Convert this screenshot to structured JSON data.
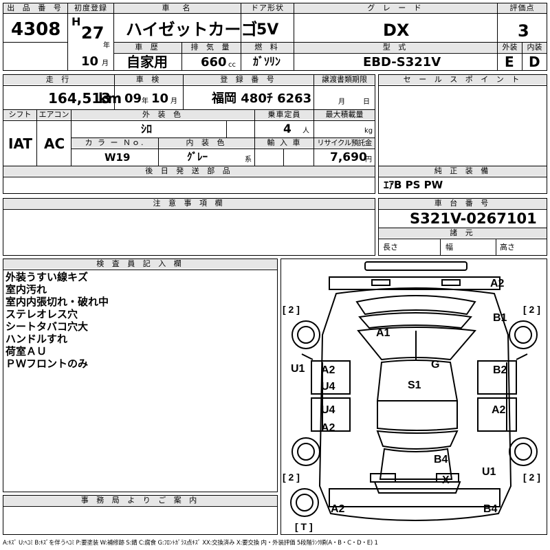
{
  "header": {
    "lot_label": "出 品 番 号",
    "lot_no": "4308",
    "first_reg_label": "初度登録",
    "era": "H",
    "year": "27",
    "year_unit": "年",
    "month": "10",
    "month_unit": "月",
    "name_label": "車　名",
    "name": "ハイゼットカーゴ",
    "door_label": "ドア形状",
    "door": "5V",
    "grade_label": "グ レ ー ド",
    "grade": "DX",
    "score_label": "評価点",
    "score": "3",
    "history_label": "車 歴",
    "history": "自家用",
    "displacement_label": "排 気 量",
    "displacement": "660",
    "displacement_unit": "cc",
    "fuel_label": "燃 料",
    "fuel": "ｶﾞｿﾘﾝ",
    "model_label": "型 式",
    "model": "EBD-S321V",
    "exterior_label": "外装",
    "exterior": "E",
    "interior_label": "内装",
    "interior": "D"
  },
  "row2": {
    "mileage_label": "走 行",
    "mileage": "164,513",
    "mileage_unit": "km",
    "inspection_label": "車 検",
    "insp_year": "09",
    "insp_year_unit": "年",
    "insp_month": "10",
    "insp_month_unit": "月",
    "plate_label": "登 録 番 号",
    "plate": "福岡 480ﾁ 6263",
    "transfer_label": "譲渡書類期限",
    "transfer_month_unit": "月",
    "transfer_day_unit": "日",
    "sales_label": "セ ー ル ス ポ イ ン ト"
  },
  "row3": {
    "shift_label": "シフト",
    "shift": "IAT",
    "ac_label": "エアコン",
    "ac": "AC",
    "color_label": "外 装 色",
    "color": "ｼﾛ",
    "capacity_label": "乗車定員",
    "capacity": "4",
    "capacity_unit": "人",
    "load_label": "最大積載量",
    "load_unit": "kg",
    "color_no_label": "カ ラ ー Ｎｏ.",
    "color_no": "W19",
    "int_color_label": "内 装 色",
    "int_color": "ｸﾞﾚｰ",
    "int_color_suffix": "系",
    "import_label": "輸 入 車",
    "recycle_label": "リサイクル預託金",
    "recycle": "7,690",
    "recycle_unit": "円"
  },
  "later_parts_label": "後 日 発 送 部 品",
  "equipment_label": "純 正 装 備",
  "equipment": "ｴｱB PS PW",
  "notes_label": "注 意 事 項 欄",
  "chassis_label": "車 台 番 号",
  "chassis": "S321V-0267101",
  "spec_label": "諸 元",
  "length_label": "長さ",
  "width_label": "幅",
  "height_label": "高さ",
  "inspector_label": "検 査 員 記 入 欄",
  "inspector_notes": [
    "外装うすい線キズ",
    "室内汚れ",
    "室内内張切れ・破れ中",
    "ステレオレス穴",
    "シートタバコ穴大",
    "ハンドルすれ",
    "荷室ＡＵ",
    "ＰＷフロントのみ"
  ],
  "office_label": "事 務 局 よ り ご 案 内",
  "legend": "A:ｷｽﾞ U:ﾍｺﾐ B:ｷｽﾞを伴うﾍｺﾐ P:要塗装 W:補修跡 S:錆 C:腐食 G:ﾌﾛﾝﾄｶﾞﾗｽ点ｷｽﾞ XX:交換済み X:要交換 内・外装評価 5段階ﾗﾝｸ順(A・B・C・D・E) 1",
  "diagram": {
    "marks": [
      "A2",
      "B1",
      "A1",
      "G",
      "U1",
      "A2",
      "U4",
      "S1",
      "B2",
      "U4",
      "A2",
      "A2",
      "B4",
      "U1",
      "X",
      "A2",
      "B4"
    ],
    "side_labels": [
      "[ 2 ]",
      "[ 2 ]",
      "[ 2 ]",
      "[ 2 ]",
      "[ T ]"
    ]
  }
}
